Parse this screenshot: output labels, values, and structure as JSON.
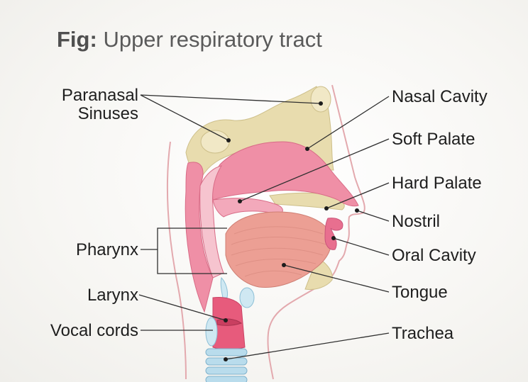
{
  "title": {
    "prefix": "Fig:",
    "text": "Upper respiratory tract"
  },
  "labels": {
    "paranasal_sinuses": [
      "Paranasal",
      "Sinuses"
    ],
    "pharynx": "Pharynx",
    "larynx": "Larynx",
    "vocal_cords": "Vocal cords",
    "nasal_cavity": "Nasal Cavity",
    "soft_palate": "Soft Palate",
    "hard_palate": "Hard Palate",
    "nostril": "Nostril",
    "oral_cavity": "Oral Cavity",
    "tongue": "Tongue",
    "trachea": "Trachea"
  },
  "colors": {
    "bone": "#e8dcae",
    "tissue": "#ef8fa6",
    "tissue_light": "#f6c4cf",
    "tongue": "#ec9f94",
    "cartilage": "#b9dcec",
    "skin_outline": "#e3a9ae"
  }
}
